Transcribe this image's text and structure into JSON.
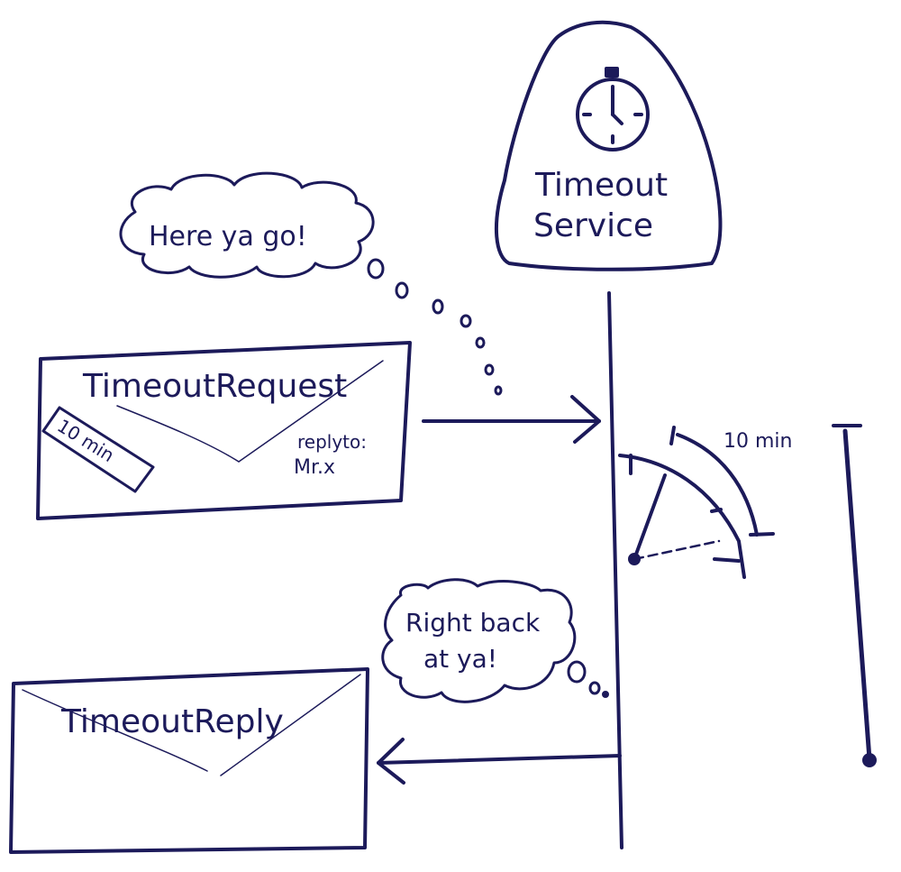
{
  "diagram": {
    "type": "sequence-sketch",
    "service": {
      "label_line1": "Timeout",
      "label_line2": "Service",
      "icon": "stopwatch-icon"
    },
    "request": {
      "title": "TimeoutRequest",
      "stamp": "10 min",
      "reply_label": "replyto:",
      "reply_value": "Mr.x"
    },
    "reply": {
      "title": "TimeoutReply"
    },
    "bubbles": {
      "request_speech": "Here ya go!",
      "reply_speech_line1": "Right back",
      "reply_speech_line2": "at ya!"
    },
    "timer": {
      "duration_label": "10 min"
    },
    "colors": {
      "ink": "#1c1a5a",
      "paper": "#ffffff"
    }
  }
}
